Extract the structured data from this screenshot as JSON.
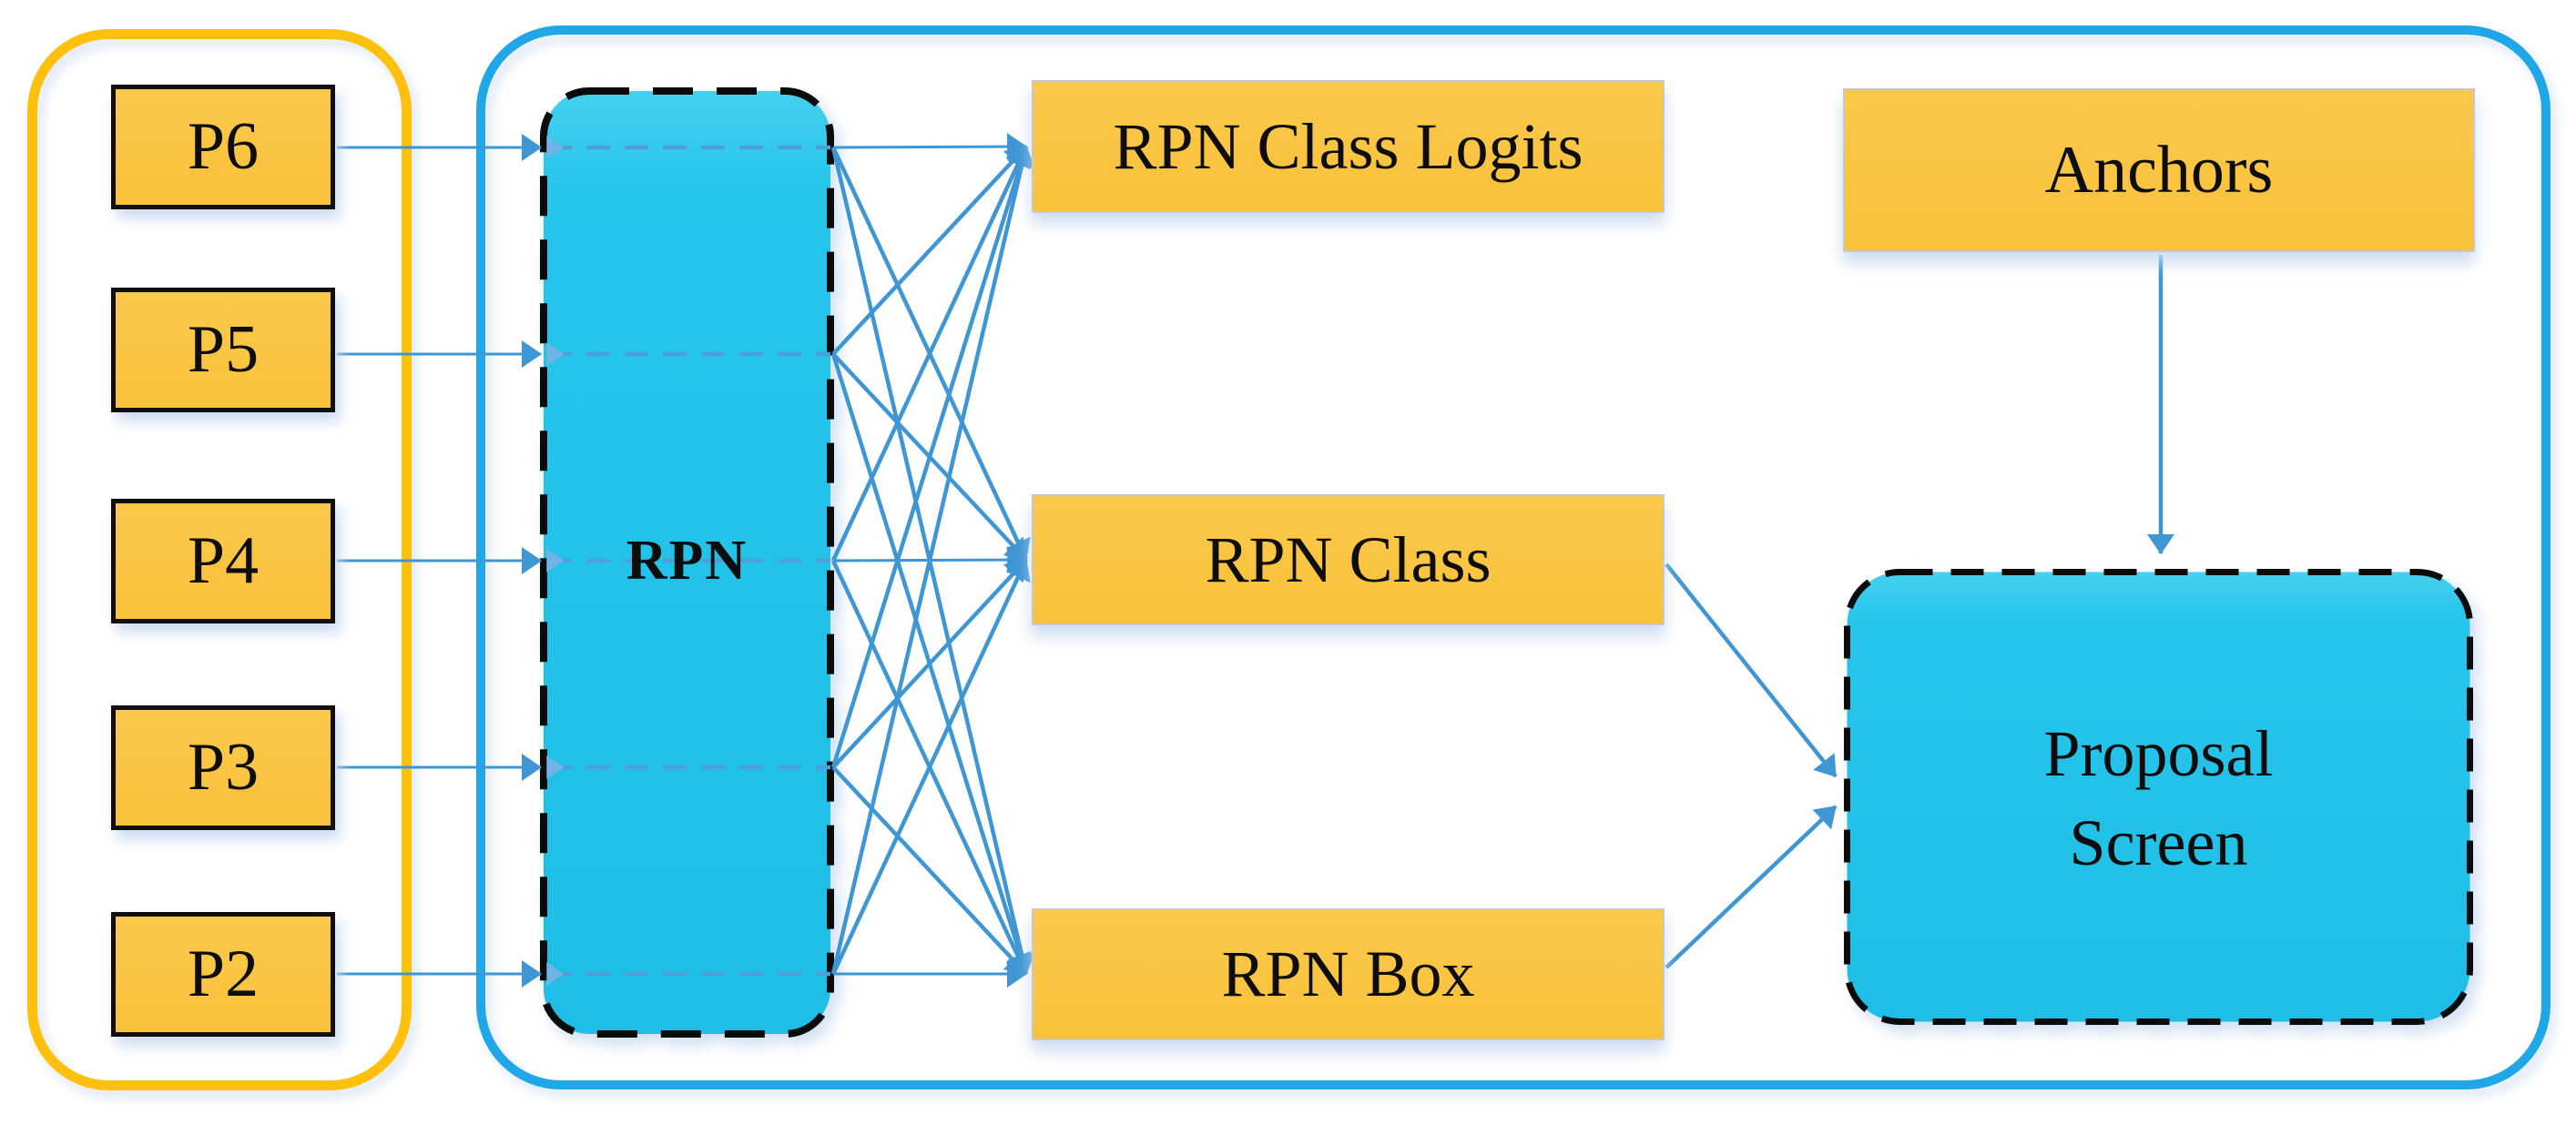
{
  "diagram": {
    "feature_maps": [
      "P6",
      "P5",
      "P4",
      "P3",
      "P2"
    ],
    "rpn_label": "RPN",
    "outputs": [
      "RPN Class Logits",
      "RPN Class",
      "RPN Box"
    ],
    "anchors_label": "Anchors",
    "proposal_label": "Proposal\nScreen",
    "colors": {
      "box_yellow": "#F9C23A",
      "group_outline_orange": "#FFC10E",
      "group_outline_blue": "#1FA7E7",
      "rpn_fill_cyan": "#25C3E8",
      "arrow_blue": "#3E96D4",
      "dashed_arrow_blue": "#4E9FD9",
      "dashed_border_black": "#0B0B0B"
    }
  }
}
